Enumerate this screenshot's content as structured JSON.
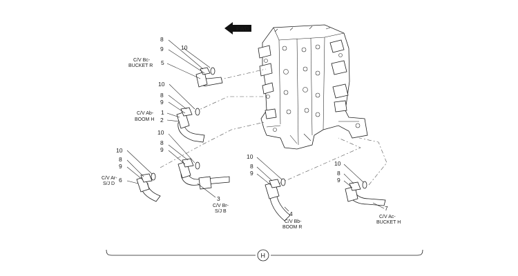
{
  "direction_arrow": {
    "label": "FWD"
  },
  "view_marker": {
    "label": "H"
  },
  "callouts": {
    "cv_bc": {
      "label_lines": [
        "C/V Bc-",
        "BUCKET R"
      ],
      "numbers": [
        "8",
        "9",
        "10",
        "5"
      ]
    },
    "cv_ab": {
      "label_lines": [
        "C/V Ab-",
        "BOOM H"
      ],
      "numbers": [
        "10",
        "8",
        "9",
        "1",
        "2"
      ]
    },
    "cv_br": {
      "label_lines": [
        "C/V Br-",
        "S/J B"
      ],
      "numbers": [
        "10",
        "8",
        "9",
        "3"
      ]
    },
    "cv_ar": {
      "label_lines": [
        "C/V Ar-",
        "S/J D"
      ],
      "numbers": [
        "10",
        "8",
        "9",
        "6"
      ]
    },
    "cv_bb": {
      "label_lines": [
        "C/V Bb-",
        "BOOM R"
      ],
      "numbers": [
        "10",
        "8",
        "9",
        "4"
      ]
    },
    "cv_ac": {
      "label_lines": [
        "C/V Ac-",
        "BUCKET H"
      ],
      "numbers": [
        "10",
        "8",
        "9",
        "7"
      ]
    }
  }
}
